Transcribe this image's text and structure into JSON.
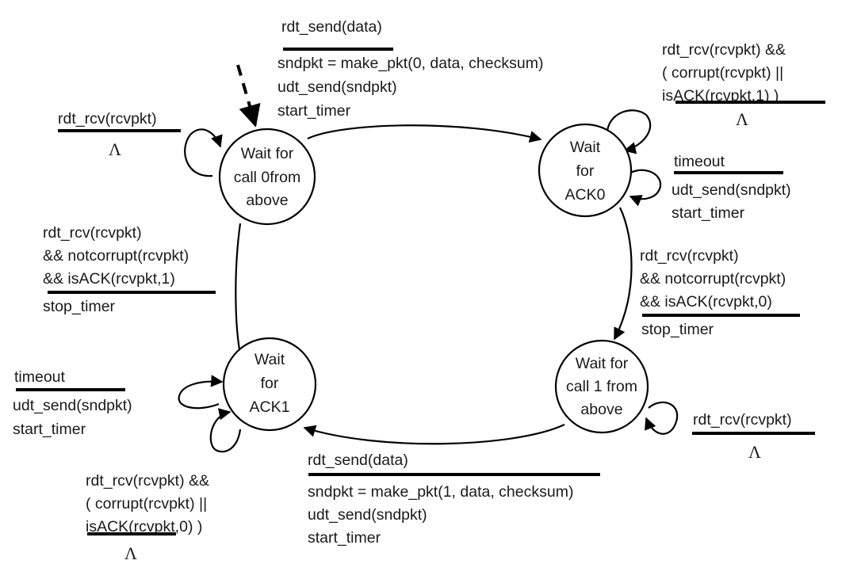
{
  "title": "rdt3.0 sender FSM",
  "lambda": "Λ",
  "states": {
    "wait_call0": [
      "Wait for",
      "call 0from",
      "above"
    ],
    "wait_ack0": [
      "Wait",
      "for",
      "ACK0"
    ],
    "wait_call1": [
      "Wait for",
      "call 1 from",
      "above"
    ],
    "wait_ack1": [
      "Wait",
      "for",
      "ACK1"
    ]
  },
  "transitions": {
    "call0_to_ack0": {
      "event": [
        "rdt_send(data)"
      ],
      "actions": [
        "sndpkt = make_pkt(0, data, checksum)",
        "udt_send(sndpkt)",
        "start_timer"
      ]
    },
    "call0_self": {
      "event": [
        "rdt_rcv(rcvpkt)"
      ],
      "actions": [
        "Λ"
      ]
    },
    "ack0_self_corrupt": {
      "event": [
        "rdt_rcv(rcvpkt) &&",
        "( corrupt(rcvpkt) ||",
        "isACK(rcvpkt,1) )"
      ],
      "actions": [
        "Λ"
      ]
    },
    "ack0_timeout": {
      "event": [
        "timeout"
      ],
      "actions": [
        "udt_send(sndpkt)",
        "start_timer"
      ]
    },
    "ack0_to_call1": {
      "event": [
        "rdt_rcv(rcvpkt)",
        "&& notcorrupt(rcvpkt)",
        "&& isACK(rcvpkt,0)"
      ],
      "actions": [
        "stop_timer"
      ]
    },
    "call1_self": {
      "event": [
        "rdt_rcv(rcvpkt)"
      ],
      "actions": [
        "Λ"
      ]
    },
    "call1_to_ack1": {
      "event": [
        "rdt_send(data)"
      ],
      "actions": [
        "sndpkt = make_pkt(1, data, checksum)",
        "udt_send(sndpkt)",
        "start_timer"
      ]
    },
    "ack1_timeout": {
      "event": [
        "timeout"
      ],
      "actions": [
        "udt_send(sndpkt)",
        "start_timer"
      ]
    },
    "ack1_self_corrupt": {
      "event": [
        "rdt_rcv(rcvpkt) &&",
        "( corrupt(rcvpkt) ||",
        "isACK(rcvpkt,0) )"
      ],
      "actions": [
        "Λ"
      ]
    },
    "ack1_to_call0": {
      "event": [
        "rdt_rcv(rcvpkt)",
        "&& notcorrupt(rcvpkt)",
        "&& isACK(rcvpkt,1)"
      ],
      "actions": [
        "stop_timer"
      ]
    }
  }
}
